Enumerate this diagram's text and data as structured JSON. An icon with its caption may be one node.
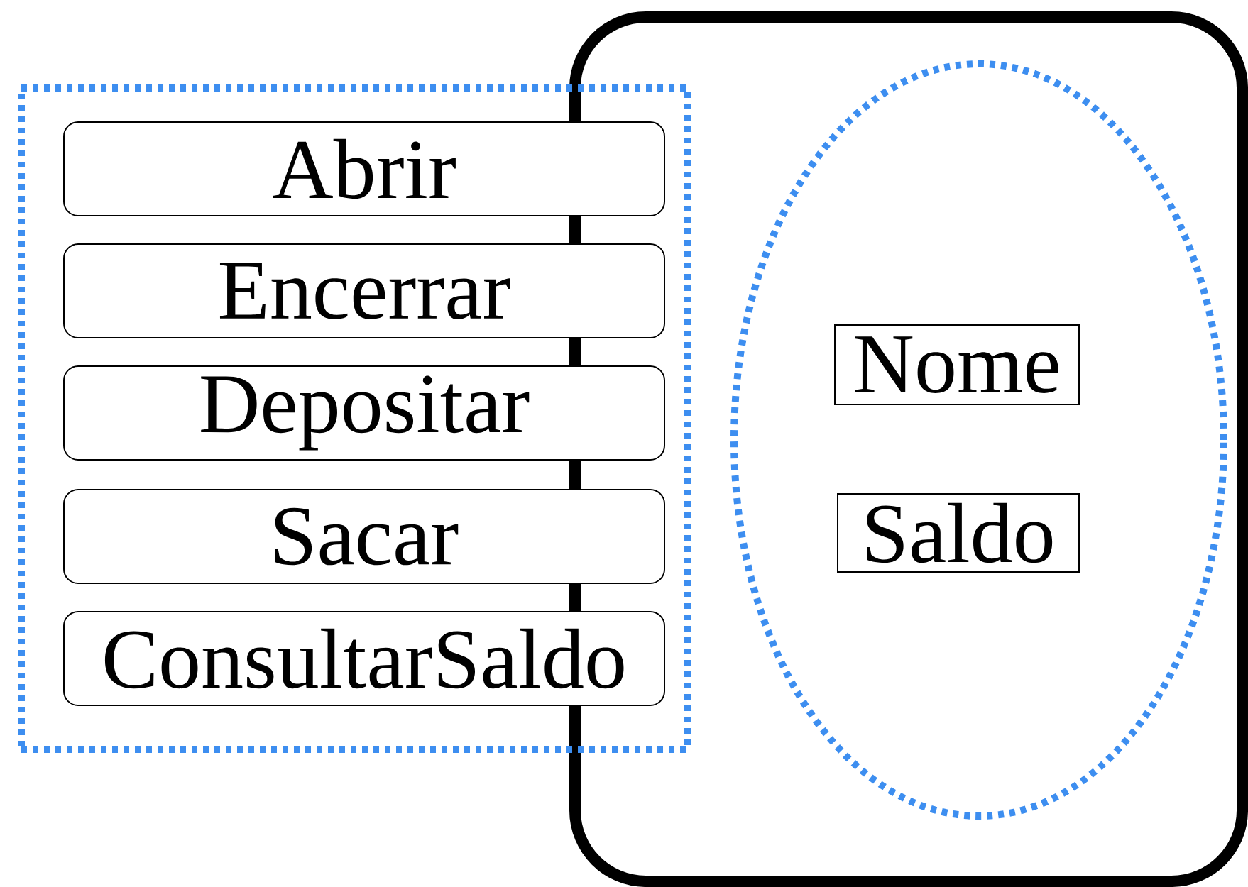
{
  "diagram": {
    "nodes": [
      {
        "text": [],
        "shape": "box"
      },
      {
        "text": [],
        "shape": "box"
      },
      {
        "text": [
          "Abrir"
        ],
        "in": 1
      },
      {
        "text": [
          "Encerrar"
        ],
        "in": 1
      },
      {
        "text": [
          "Depositar"
        ],
        "in": 1
      },
      {
        "text": [
          "Sacar"
        ],
        "in": 1
      },
      {
        "text": [
          "ConsultarSaldo"
        ],
        "in": 1
      },
      {
        "text": [],
        "shape": "ellipse",
        "in": 0
      },
      {
        "text": [
          "Nome"
        ],
        "in": 7
      },
      {
        "text": [
          "Saldo"
        ],
        "in": 7
      }
    ]
  }
}
